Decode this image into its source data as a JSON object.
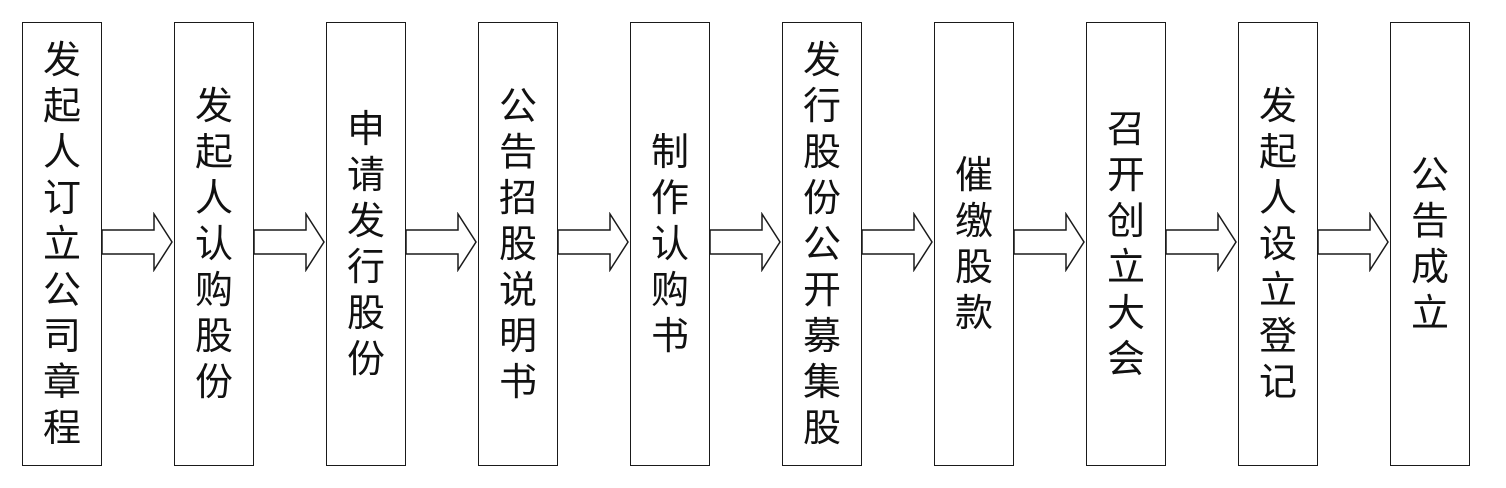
{
  "steps": [
    {
      "label": "发起人订立公司章程"
    },
    {
      "label": "发起人认购股份"
    },
    {
      "label": "申请发行股份"
    },
    {
      "label": "公告招股说明书"
    },
    {
      "label": "制作认购书"
    },
    {
      "label": "发行股份公开募集股"
    },
    {
      "label": "催缴股款"
    },
    {
      "label": "召开创立大会"
    },
    {
      "label": "发起人设立登记"
    },
    {
      "label": "公告成立"
    }
  ],
  "colors": {
    "stroke": "#1a1a1a",
    "text": "#111111",
    "background": "#ffffff"
  },
  "icons": {
    "connector": "hollow-right-arrow-icon"
  }
}
